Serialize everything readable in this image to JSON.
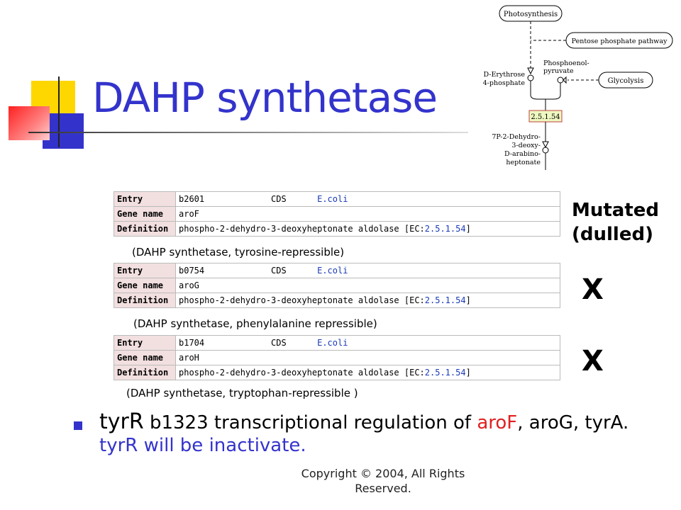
{
  "slide": {
    "title": "DAHP synthetase",
    "copyright": "Copyright © 2004, All Rights Reserved."
  },
  "pathway": {
    "photosynthesis": "Photosynthesis",
    "pentose": "Pentose phosphate pathway",
    "phosphoenol_line1": "Phosphoenol-",
    "phosphoenol_line2": "pyruvate",
    "erythrose_line1": "D-Erythrose",
    "erythrose_line2": "4-phosphate",
    "glycolysis": "Glycolysis",
    "enzyme": "2.5.1.54",
    "product_line1": "7P-2-Dehydro-",
    "product_line2": "3-deoxy-",
    "product_line3": "D-arabino-",
    "product_line4": "heptonate"
  },
  "labels": {
    "entry": "Entry",
    "gene_name": "Gene name",
    "definition": "Definition"
  },
  "entries": [
    {
      "entry_id": "b2601",
      "type": "CDS",
      "organism": "E.coli",
      "gene": "aroF",
      "definition_text": "phospho-2-dehydro-3-deoxyheptonate aldolase [EC:",
      "ec": "2.5.1.54",
      "definition_end": "]",
      "caption": "(DAHP synthetase, tyrosine-repressible)"
    },
    {
      "entry_id": "b0754",
      "type": "CDS",
      "organism": "E.coli",
      "gene": "aroG",
      "definition_text": "phospho-2-dehydro-3-deoxyheptonate aldolase [EC:",
      "ec": "2.5.1.54",
      "definition_end": "]",
      "caption": "(DAHP synthetase, phenylalanine repressible)"
    },
    {
      "entry_id": "b1704",
      "type": "CDS",
      "organism": "E.coli",
      "gene": "aroH",
      "definition_text": "phospho-2-dehydro-3-deoxyheptonate aldolase [EC:",
      "ec": "2.5.1.54",
      "definition_end": "]",
      "caption": "(DAHP synthetase, tryptophan-repressible )"
    }
  ],
  "annotations": {
    "mutated_line1": "Mutated",
    "mutated_line2": "(dulled)",
    "x_mark_1": "X",
    "x_mark_2": "X"
  },
  "bullet": {
    "lead": "tyrR",
    "part1": " b1323 transcriptional regulation of ",
    "red": "aroF",
    "part2": ", aroG, tyrA. ",
    "blue": "tyrR will be inactivate."
  },
  "colors": {
    "title": "#3333cc",
    "label_bg": "#f2dfe0",
    "enzyme_bg": "#eef8c0",
    "link": "#1a3ab8",
    "highlight_red": "#e02020"
  }
}
